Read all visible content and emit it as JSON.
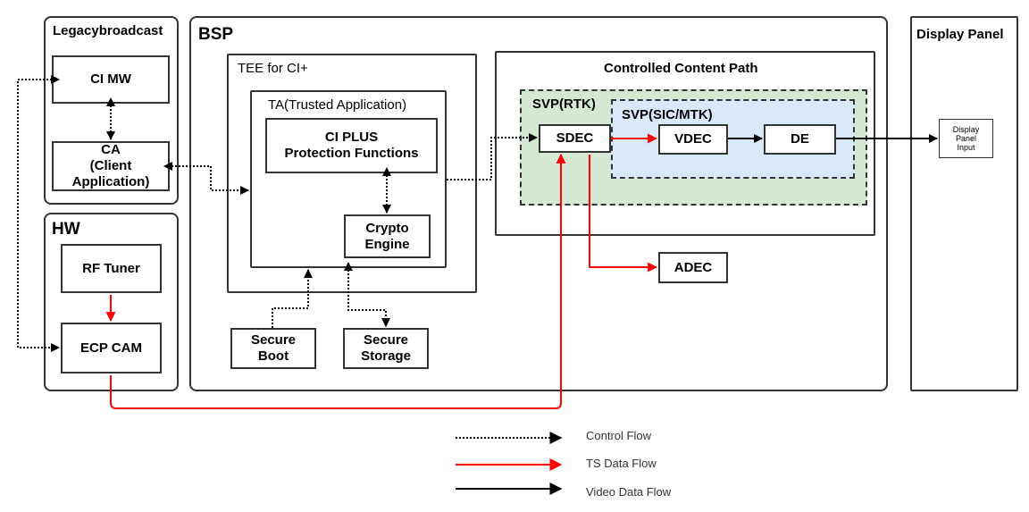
{
  "groups": {
    "legacy": "Legacybroadcast",
    "hw": "HW",
    "bsp": "BSP",
    "display_panel": "Display Panel",
    "tee": "TEE for CI+",
    "ta": "TA(Trusted Application)",
    "ccp": "Controlled Content Path",
    "svp_rtk": "SVP(RTK)",
    "svp_sic": "SVP(SIC/MTK)"
  },
  "blocks": {
    "ci_mw": "CI MW",
    "ca": "CA\n(Client\nApplication)",
    "rf_tuner": "RF Tuner",
    "ecp_cam": "ECP CAM",
    "ci_plus": "CI PLUS\nProtection Functions",
    "crypto": "Crypto\nEngine",
    "secure_boot": "Secure\nBoot",
    "secure_storage": "Secure\nStorage",
    "sdec": "SDEC",
    "vdec": "VDEC",
    "de": "DE",
    "adec": "ADEC",
    "display_input": "Display\nPanel\nInput"
  },
  "legend": [
    {
      "label": "Control Flow",
      "style": "dotted",
      "color": "#000000"
    },
    {
      "label": "TS Data Flow",
      "style": "solid",
      "color": "#ff0000"
    },
    {
      "label": "Video Data Flow",
      "style": "solid",
      "color": "#000000"
    }
  ],
  "colors": {
    "svp_rtk_fill": "#d5e8d4",
    "svp_sic_fill": "#dae8fc",
    "ts_flow": "#ff0000",
    "video_flow": "#000000"
  }
}
